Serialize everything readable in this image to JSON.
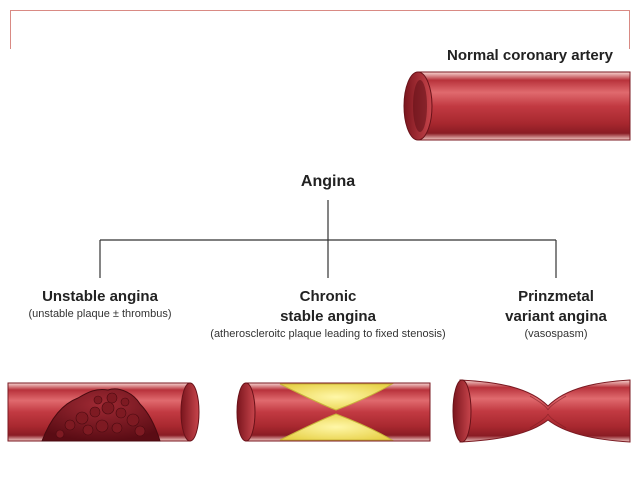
{
  "header": {
    "normal_label": "Normal coronary artery"
  },
  "root": {
    "label": "Angina"
  },
  "branches": [
    {
      "title_lines": [
        "Unstable angina"
      ],
      "subtitle": "(unstable plaque ± thrombus)"
    },
    {
      "title_lines": [
        "Chronic",
        "stable angina"
      ],
      "subtitle": "(atheroscleroitc plaque leading to fixed stenosis)"
    },
    {
      "title_lines": [
        "Prinzmetal",
        "variant angina"
      ],
      "subtitle": "(vasospasm)"
    }
  ],
  "colors": {
    "vessel_dark": "#8f1f28",
    "vessel_mid": "#c94048",
    "vessel_light": "#ec8a8c",
    "plaque_yellow": "#f5e56a",
    "thrombus": "#6e1018",
    "frame": "#d98a84"
  }
}
